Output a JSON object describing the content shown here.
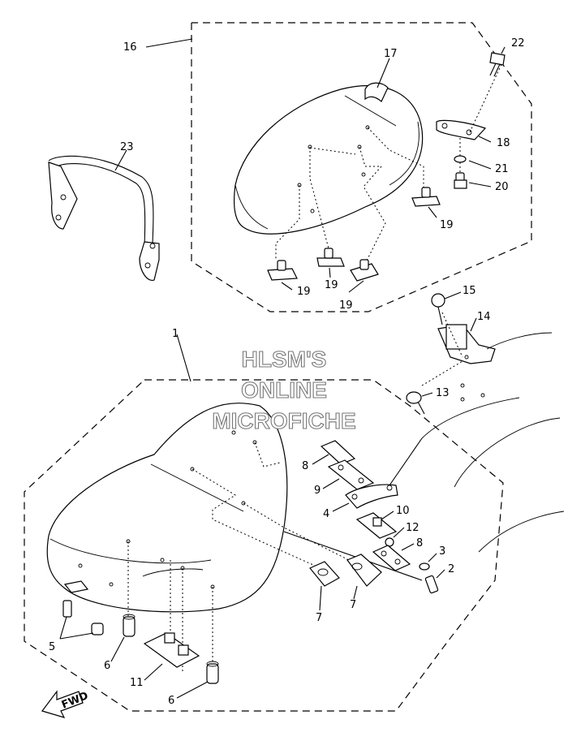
{
  "watermark": {
    "line1": "HLSM'S",
    "line2": "ONLINE",
    "line3": "MICROFICHE"
  },
  "fwd_label": "FWD",
  "callouts": {
    "c1": "1",
    "c2": "2",
    "c3": "3",
    "c4": "4",
    "c5": "5",
    "c6a": "6",
    "c6b": "6",
    "c7a": "7",
    "c7b": "7",
    "c8a": "8",
    "c8b": "8",
    "c9": "9",
    "c10": "10",
    "c11": "11",
    "c12": "12",
    "c13": "13",
    "c14": "14",
    "c15": "15",
    "c16": "16",
    "c17": "17",
    "c18": "18",
    "c19a": "19",
    "c19b": "19",
    "c19c": "19",
    "c19d": "19",
    "c20": "20",
    "c21": "21",
    "c22": "22",
    "c23": "23"
  }
}
